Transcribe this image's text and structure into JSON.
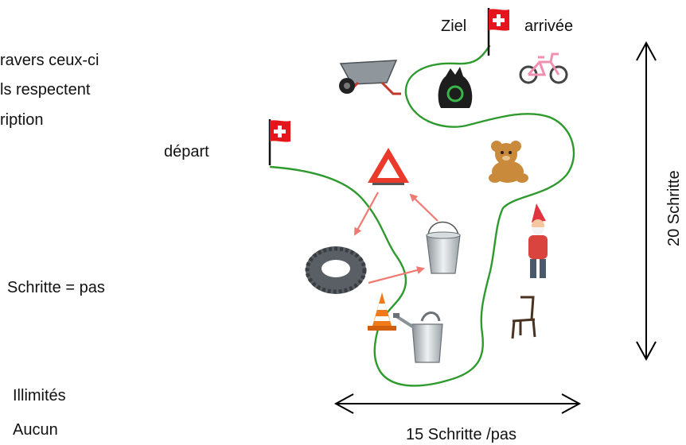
{
  "text_left": {
    "line1": "ravers ceux-ci",
    "line2": "ls respectent",
    "line3": "ription",
    "steps_note": "Schritte = pas",
    "unlimited": "Illimités",
    "none": "Aucun"
  },
  "course": {
    "finish_de": "Ziel",
    "finish_fr": "arrivée",
    "start_fr": "départ",
    "height_label": "20 Schritte",
    "width_label": "15 Schritte",
    "width_label_fr": "/pas"
  },
  "icons": [
    "wheelbarrow-icon",
    "garbage-bag-icon",
    "bicycle-icon",
    "warning-triangle-icon",
    "teddy-bear-icon",
    "garden-gnome-icon",
    "bucket-icon",
    "tire-icon",
    "traffic-cone-icon",
    "watering-can-icon",
    "chair-icon",
    "swiss-flag-icon"
  ],
  "colors": {
    "path": "#2e9a2e",
    "arrow": "#f07a72",
    "flag": "#e4161c",
    "dimension": "#000000"
  }
}
